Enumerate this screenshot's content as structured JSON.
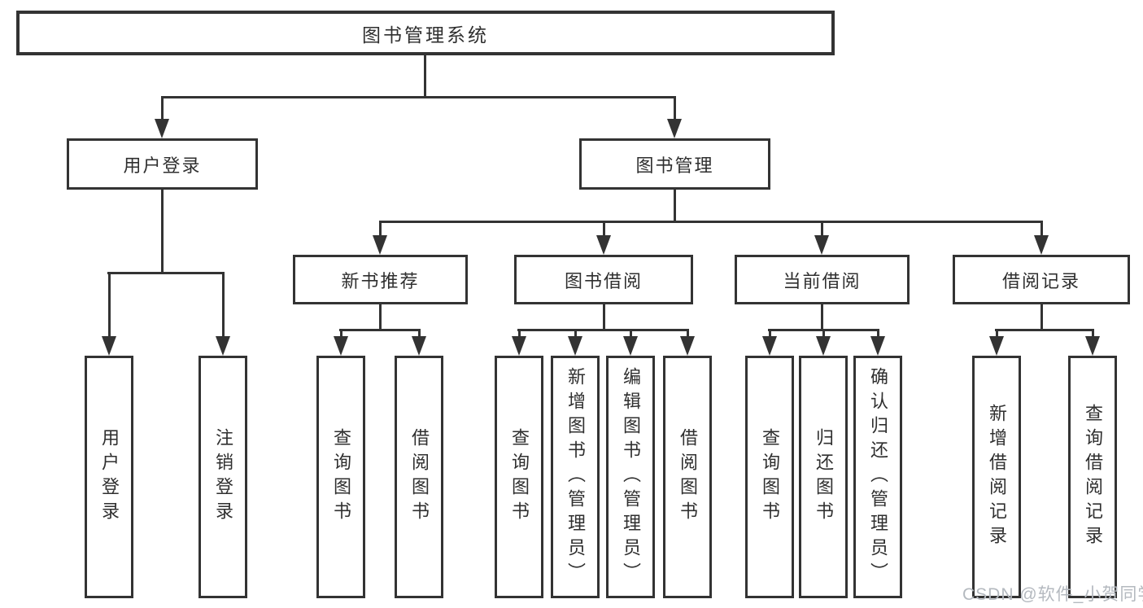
{
  "diagram": {
    "title": "图书管理系统",
    "tree": {
      "root": {
        "label": "图书管理系统"
      },
      "level2": [
        {
          "label": "用户登录",
          "children": [
            {
              "label": "用户登录"
            },
            {
              "label": "注销登录"
            }
          ]
        },
        {
          "label": "图书管理",
          "children": [
            {
              "label": "新书推荐",
              "children": [
                {
                  "label": "查询图书"
                },
                {
                  "label": "借阅图书"
                }
              ]
            },
            {
              "label": "图书借阅",
              "children": [
                {
                  "label": "查询图书"
                },
                {
                  "label": "新增图书（管理员）"
                },
                {
                  "label": "编辑图书（管理员）"
                },
                {
                  "label": "借阅图书"
                }
              ]
            },
            {
              "label": "当前借阅",
              "children": [
                {
                  "label": "查询图书"
                },
                {
                  "label": "归还图书"
                },
                {
                  "label": "确认归还（管理员）"
                }
              ]
            },
            {
              "label": "借阅记录",
              "children": [
                {
                  "label": "新增借阅记录"
                },
                {
                  "label": "查询借阅记录"
                }
              ]
            }
          ]
        }
      ]
    },
    "watermark": {
      "text": "CSDN @软件_小贺同学"
    },
    "colors": {
      "line": "#333333",
      "box_border": "#333333",
      "box_fill": "#ffffff",
      "text": "#2f2f2f",
      "watermark": "#b4b9bf"
    }
  }
}
